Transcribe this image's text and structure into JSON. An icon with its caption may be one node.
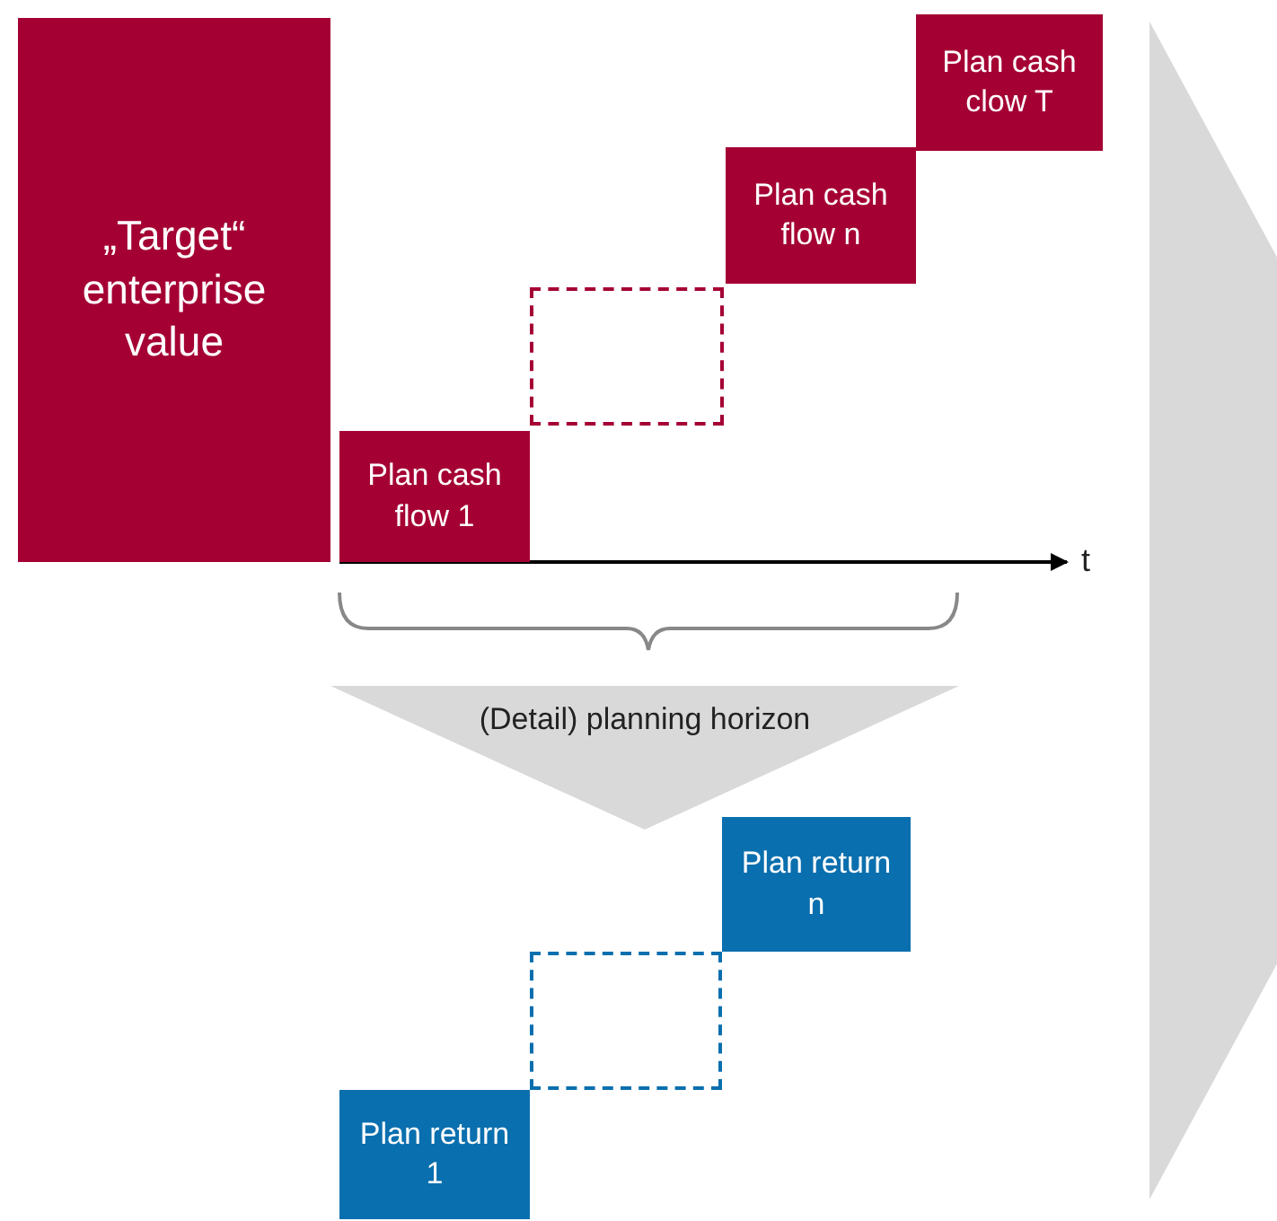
{
  "diagram": {
    "nodes": [
      {
        "text": [
          "„Target“ enterprise value"
        ]
      },
      {
        "text": [
          "Plan cash flow 1"
        ]
      },
      {
        "text": [],
        "shape": "box"
      },
      {
        "text": [
          "Plan cash flow n"
        ]
      },
      {
        "text": [
          "Plan cash clow T"
        ]
      },
      {
        "text": [
          "(Detail) planning horizon"
        ]
      },
      {
        "text": [
          "Plan return 1"
        ]
      },
      {
        "text": [],
        "shape": "box"
      },
      {
        "text": [
          "Plan return n"
        ]
      },
      {
        "text": [],
        "shape": "chevron"
      }
    ],
    "edges": [],
    "labels": [
      "t"
    ]
  }
}
